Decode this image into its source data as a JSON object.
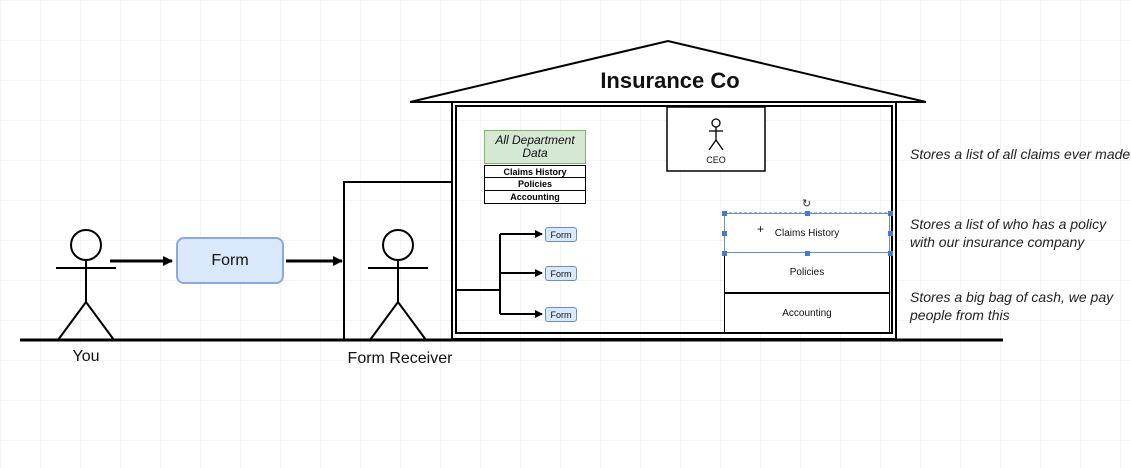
{
  "diagram": {
    "title": "Insurance Co",
    "actors": {
      "you": "You",
      "form_receiver": "Form Receiver",
      "ceo": "CEO"
    },
    "form_label": "Form",
    "small_forms": [
      "Form",
      "Form",
      "Form"
    ],
    "department_table": {
      "header": "All Department Data",
      "rows": [
        "Claims History",
        "Policies",
        "Accounting"
      ]
    },
    "department_tables": [
      "Claims History",
      "Policies",
      "Accounting"
    ],
    "notes": [
      "Stores a list of all claims ever made",
      "Stores a list of who has a policy with our insurance company",
      "Stores a big bag of cash, we pay people from this"
    ],
    "selection_glyphs": {
      "add": "+",
      "rotate": "↻"
    }
  },
  "colors": {
    "form_fill": "#dae8fc",
    "form_stroke": "#6c8ebf",
    "header_fill": "#d5e8d4",
    "header_stroke": "#82b366",
    "selection": "#4a78d0"
  }
}
